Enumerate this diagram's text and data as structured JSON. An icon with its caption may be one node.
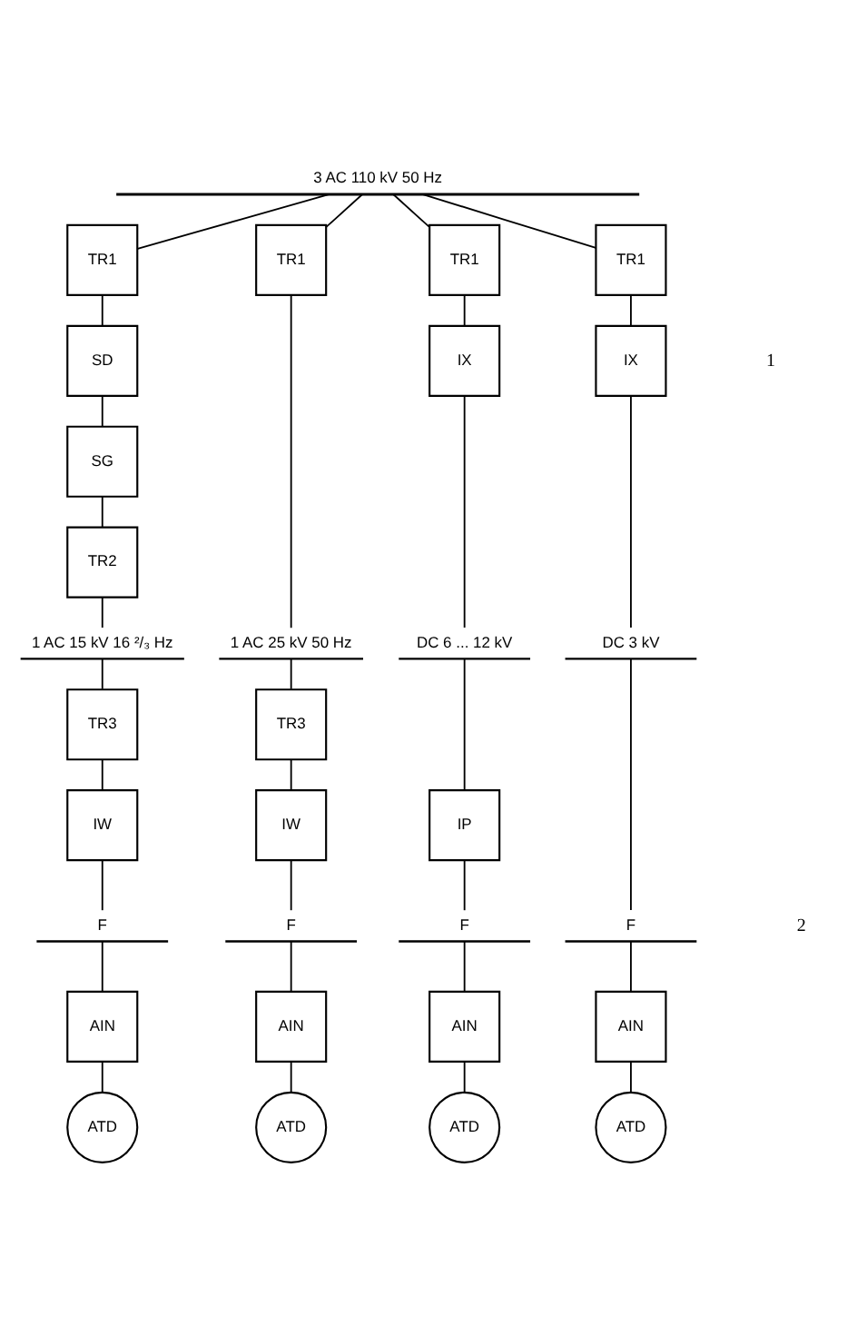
{
  "diagram": {
    "nodes": [
      {
        "text": [
          "3 AC 110 kV 50 Hz"
        ]
      },
      {
        "text": [
          "TR1"
        ]
      },
      {
        "text": [
          "SD"
        ]
      },
      {
        "text": [
          "SG"
        ]
      },
      {
        "text": [
          "TR2"
        ]
      },
      {
        "text": [
          "1 AC 15 kV 16 ²/₃ Hz"
        ]
      },
      {
        "text": [
          "TR3"
        ]
      },
      {
        "text": [
          "IW"
        ]
      },
      {
        "text": [
          "F"
        ]
      },
      {
        "text": [
          "AIN"
        ]
      },
      {
        "text": [
          "ATD"
        ]
      },
      {
        "text": [
          "TR1"
        ]
      },
      {
        "text": [
          "1 AC 25 kV 50 Hz"
        ]
      },
      {
        "text": [
          "TR3"
        ]
      },
      {
        "text": [
          "IW"
        ]
      },
      {
        "text": [
          "F"
        ]
      },
      {
        "text": [
          "AIN"
        ]
      },
      {
        "text": [
          "ATD"
        ]
      },
      {
        "text": [
          "TR1"
        ]
      },
      {
        "text": [
          "IX"
        ]
      },
      {
        "text": [
          "DC 6 ... 12 kV"
        ]
      },
      {
        "text": [
          "IP"
        ]
      },
      {
        "text": [
          "F"
        ]
      },
      {
        "text": [
          "AIN"
        ]
      },
      {
        "text": [
          "ATD"
        ]
      },
      {
        "text": [
          "TR1"
        ]
      },
      {
        "text": [
          "IX"
        ]
      },
      {
        "text": [
          "DC 3 kV"
        ]
      },
      {
        "text": [
          "F"
        ]
      },
      {
        "text": [
          "AIN"
        ]
      },
      {
        "text": [
          "ATD"
        ]
      }
    ],
    "edges": [
      {
        "from": 0,
        "to": 1,
        "arrow": "none"
      },
      {
        "from": 1,
        "to": 2,
        "arrow": "none"
      },
      {
        "from": 2,
        "to": 3,
        "arrow": "none"
      },
      {
        "from": 3,
        "to": 4,
        "arrow": "none"
      },
      {
        "from": 4,
        "to": 5,
        "arrow": "none"
      },
      {
        "from": 5,
        "to": 6,
        "arrow": "none"
      },
      {
        "from": 6,
        "to": 7,
        "arrow": "none"
      },
      {
        "from": 7,
        "to": 8,
        "arrow": "none"
      },
      {
        "from": 8,
        "to": 9,
        "arrow": "none"
      },
      {
        "from": 9,
        "to": 10,
        "arrow": "none"
      },
      {
        "from": 0,
        "to": 11,
        "arrow": "none"
      },
      {
        "from": 11,
        "to": 12,
        "arrow": "none"
      },
      {
        "from": 12,
        "to": 13,
        "arrow": "none"
      },
      {
        "from": 13,
        "to": 14,
        "arrow": "none"
      },
      {
        "from": 14,
        "to": 15,
        "arrow": "none"
      },
      {
        "from": 15,
        "to": 16,
        "arrow": "none"
      },
      {
        "from": 16,
        "to": 17,
        "arrow": "none"
      },
      {
        "from": 0,
        "to": 18,
        "arrow": "none"
      },
      {
        "from": 18,
        "to": 19,
        "arrow": "none"
      },
      {
        "from": 19,
        "to": 20,
        "arrow": "none"
      },
      {
        "from": 20,
        "to": 21,
        "arrow": "none"
      },
      {
        "from": 21,
        "to": 22,
        "arrow": "none"
      },
      {
        "from": 22,
        "to": 23,
        "arrow": "none"
      },
      {
        "from": 23,
        "to": 24,
        "arrow": "none"
      },
      {
        "from": 0,
        "to": 25,
        "arrow": "none"
      },
      {
        "from": 25,
        "to": 26,
        "arrow": "none"
      },
      {
        "from": 26,
        "to": 27,
        "arrow": "none"
      },
      {
        "from": 27,
        "to": 28,
        "arrow": "none"
      },
      {
        "from": 28,
        "to": 29,
        "arrow": "none"
      },
      {
        "from": 29,
        "to": 30,
        "arrow": "none"
      }
    ],
    "labels": [
      "1",
      "2"
    ]
  }
}
